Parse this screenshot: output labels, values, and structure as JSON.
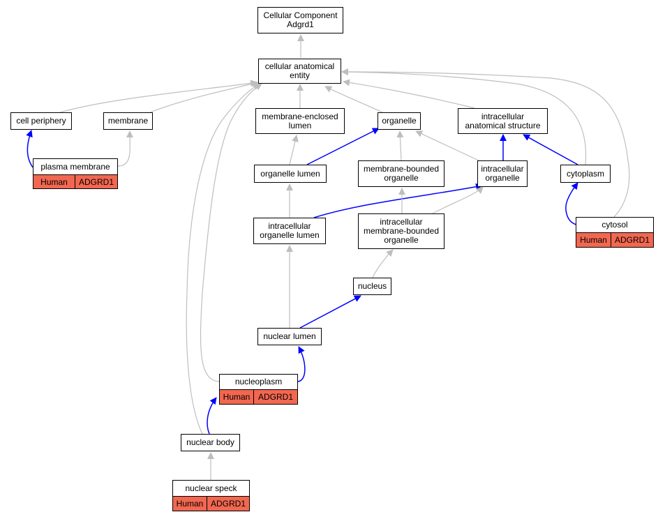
{
  "nodes": {
    "root": [
      "Cellular Component",
      "Adgrd1"
    ],
    "cae": [
      "cellular anatomical",
      "entity"
    ],
    "cell_periphery": [
      "cell periphery"
    ],
    "membrane": [
      "membrane"
    ],
    "mel": [
      "membrane-enclosed",
      "lumen"
    ],
    "organelle": [
      "organelle"
    ],
    "ias": [
      "intracellular",
      "anatomical structure"
    ],
    "plasma_membrane": [
      "plasma membrane"
    ],
    "organelle_lumen": [
      "organelle lumen"
    ],
    "mbo": [
      "membrane-bounded",
      "organelle"
    ],
    "io": [
      "intracellular",
      "organelle"
    ],
    "cytoplasm": [
      "cytoplasm"
    ],
    "iol": [
      "intracellular",
      "organelle lumen"
    ],
    "imbo": [
      "intracellular",
      "membrane-bounded",
      "organelle"
    ],
    "cytosol": [
      "cytosol"
    ],
    "nucleus": [
      "nucleus"
    ],
    "nuclear_lumen": [
      "nuclear lumen"
    ],
    "nucleoplasm": [
      "nucleoplasm"
    ],
    "nuclear_body": [
      "nuclear body"
    ],
    "nuclear_speck": [
      "nuclear speck"
    ]
  },
  "annotations": {
    "plasma_membrane": [
      "Human",
      "ADGRD1"
    ],
    "cytosol": [
      "Human",
      "ADGRD1"
    ],
    "nucleoplasm": [
      "Human",
      "ADGRD1"
    ],
    "nuclear_speck": [
      "Human",
      "ADGRD1"
    ]
  },
  "colors": {
    "is_a_edge": "#bebebe",
    "part_of_edge": "#0000ff",
    "annotation_fill": "#f26750"
  }
}
